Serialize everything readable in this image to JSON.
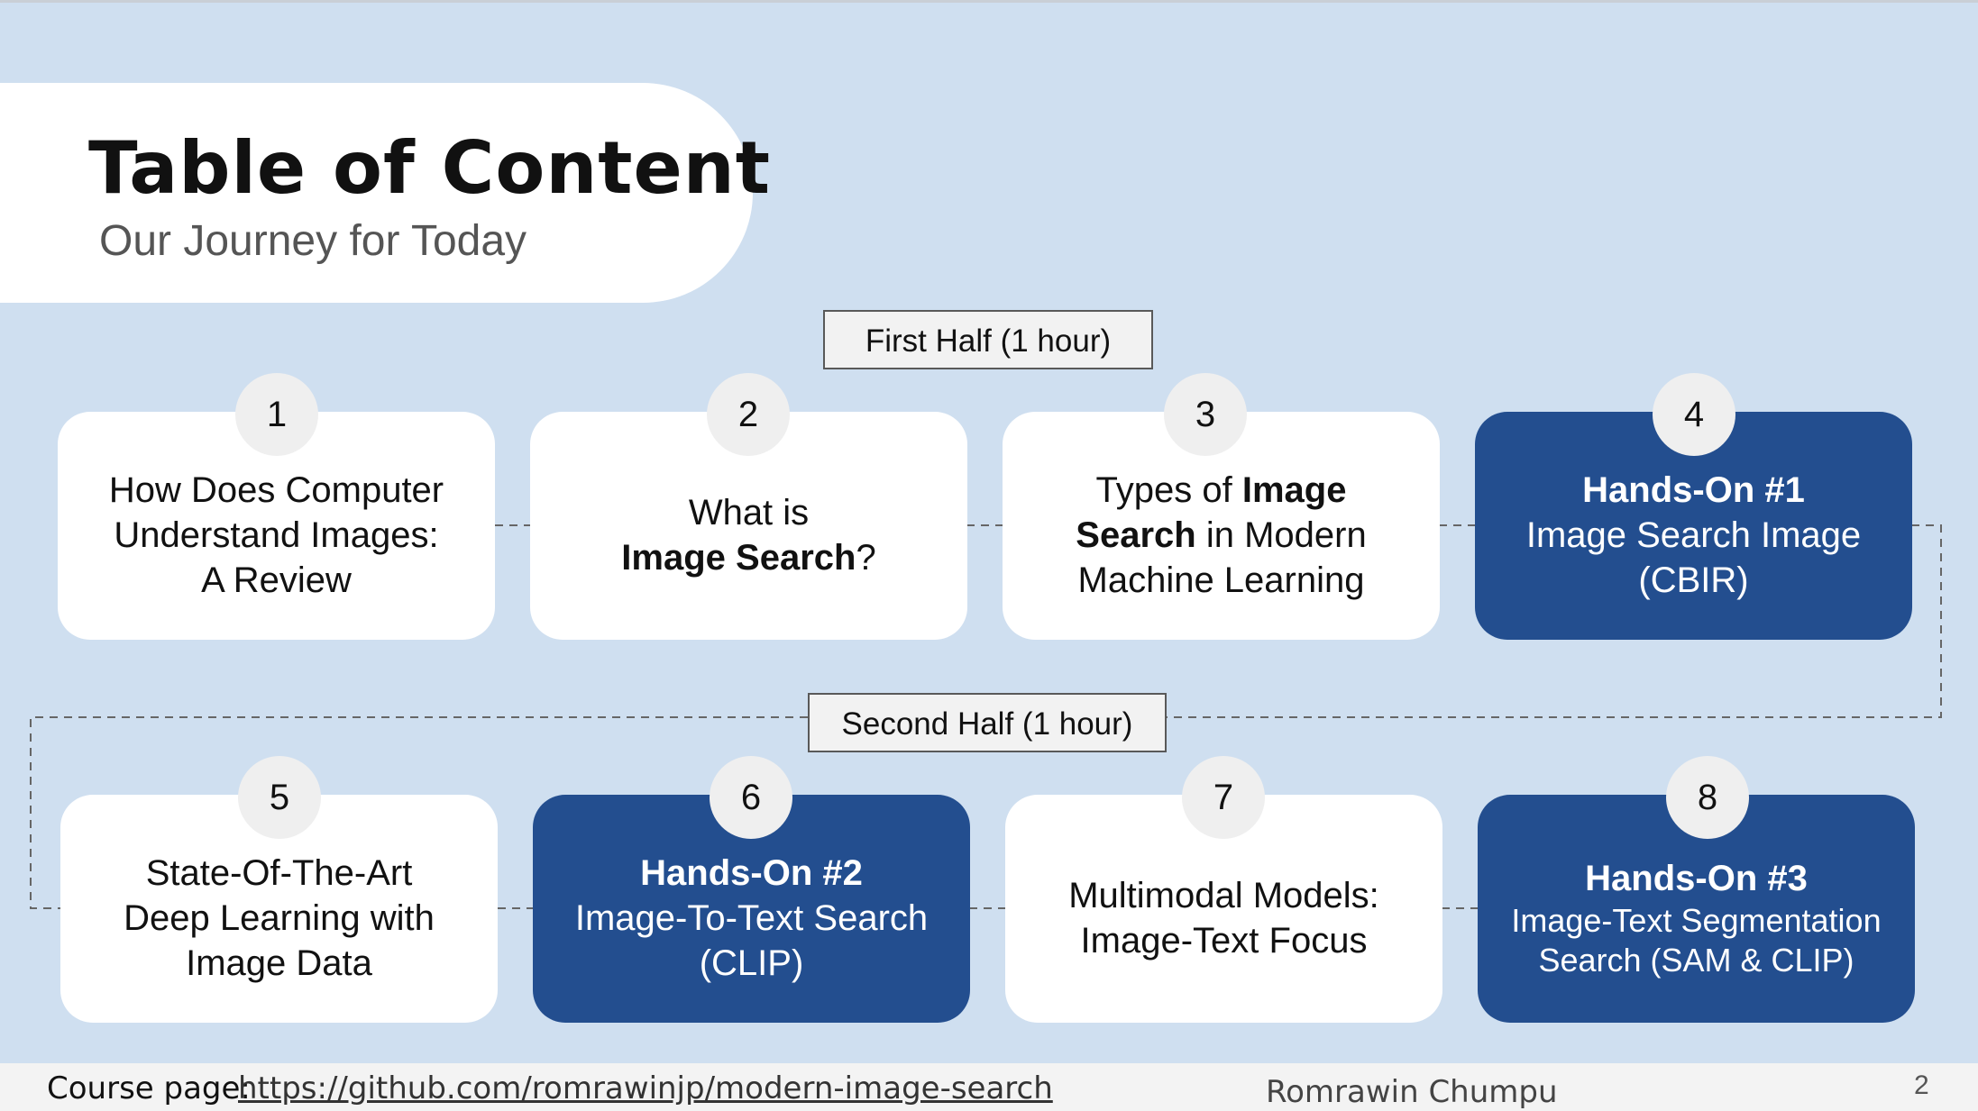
{
  "header": {
    "title": "Table of Content",
    "subtitle": "Our Journey for Today"
  },
  "halves": {
    "first": "First Half (1 hour)",
    "second": "Second Half (1 hour)"
  },
  "cards": [
    {
      "number": "1",
      "lines": [
        "How Does Computer",
        "Understand Images:",
        "A Review"
      ]
    },
    {
      "number": "2",
      "text_a": "What is",
      "bold_b": "Image Search",
      "text_c": "?"
    },
    {
      "number": "3",
      "text_a": "Types of ",
      "bold_a": "Image",
      "bold_b": "Search",
      "text_b": " in Modern",
      "text_c": "Machine Learning"
    },
    {
      "number": "4",
      "head": "Hands-On #1",
      "lines": [
        "Image Search Image",
        "(CBIR)"
      ]
    },
    {
      "number": "5",
      "lines": [
        "State-Of-The-Art",
        "Deep Learning with",
        "Image Data"
      ]
    },
    {
      "number": "6",
      "head": "Hands-On #2",
      "lines": [
        "Image-To-Text Search",
        "(CLIP)"
      ]
    },
    {
      "number": "7",
      "lines": [
        "Multimodal Models:",
        "Image-Text Focus"
      ]
    },
    {
      "number": "8",
      "head": "Hands-On #3",
      "lines": [
        "Image-Text Segmentation",
        "Search (SAM & CLIP)"
      ]
    }
  ],
  "footer": {
    "course_label": "Course page:",
    "course_url": "https://github.com/romrawinjp/modern-image-search",
    "author": "Romrawin Chumpu",
    "page_number": "2"
  },
  "colors": {
    "background": "#cfdff0",
    "card_light": "#ffffff",
    "card_dark": "#234e8f",
    "number_circle": "#efefef"
  }
}
